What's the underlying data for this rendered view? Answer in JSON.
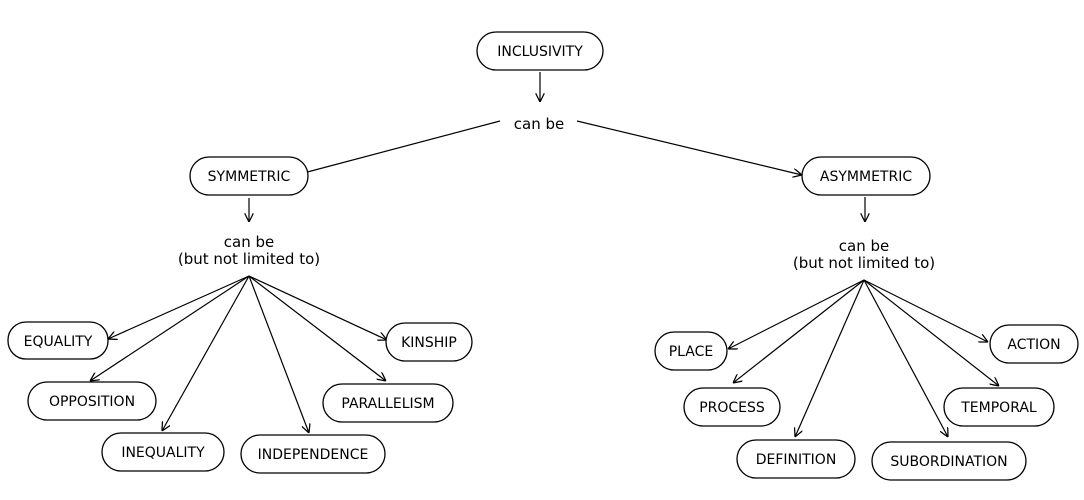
{
  "diagram": {
    "nodes": {
      "inclusivity": "INCLUSIVITY",
      "symmetric": "SYMMETRIC",
      "asymmetric": "ASYMMETRIC",
      "equality": "EQUALITY",
      "opposition": "OPPOSITION",
      "inequality": "INEQUALITY",
      "independence": "INDEPENDENCE",
      "parallelism": "PARALLELISM",
      "kinship": "KINSHIP",
      "place": "PLACE",
      "process": "PROCESS",
      "definition": "DEFINITION",
      "subordination": "SUBORDINATION",
      "temporal": "TEMPORAL",
      "action": "ACTION"
    },
    "links": {
      "top": "can be",
      "left_line1": "can be",
      "left_line2": "(but not limited to)",
      "right_line1": "can be",
      "right_line2": "(but not limited to)"
    }
  }
}
